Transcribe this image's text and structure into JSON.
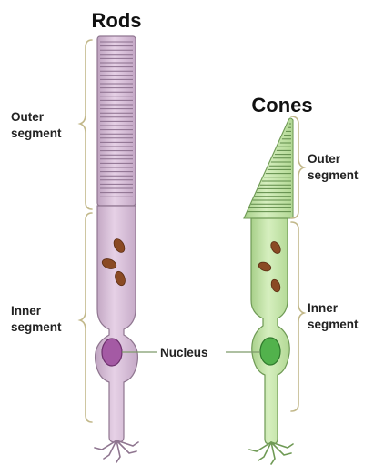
{
  "titles": {
    "rods": "Rods",
    "cones": "Cones"
  },
  "rod_labels": {
    "outer_1": "Outer",
    "outer_2": "segment",
    "inner_1": "Inner",
    "inner_2": "segment"
  },
  "cone_labels": {
    "outer_1": "Outer",
    "outer_2": "segment",
    "inner_1": "Inner",
    "inner_2": "segment"
  },
  "nucleus_label": "Nucleus",
  "colors": {
    "rod_fill": "#dcc2dc",
    "rod_stroke": "#8f7690",
    "rod_nucleus": "#a45aa4",
    "cone_fill": "#c8e6a8",
    "cone_stroke": "#6f9a55",
    "cone_nucleus": "#52b24c",
    "mitochondria": "#8a4a24",
    "bracket": "#c2b88a",
    "pointer": "#7e9a6a"
  }
}
